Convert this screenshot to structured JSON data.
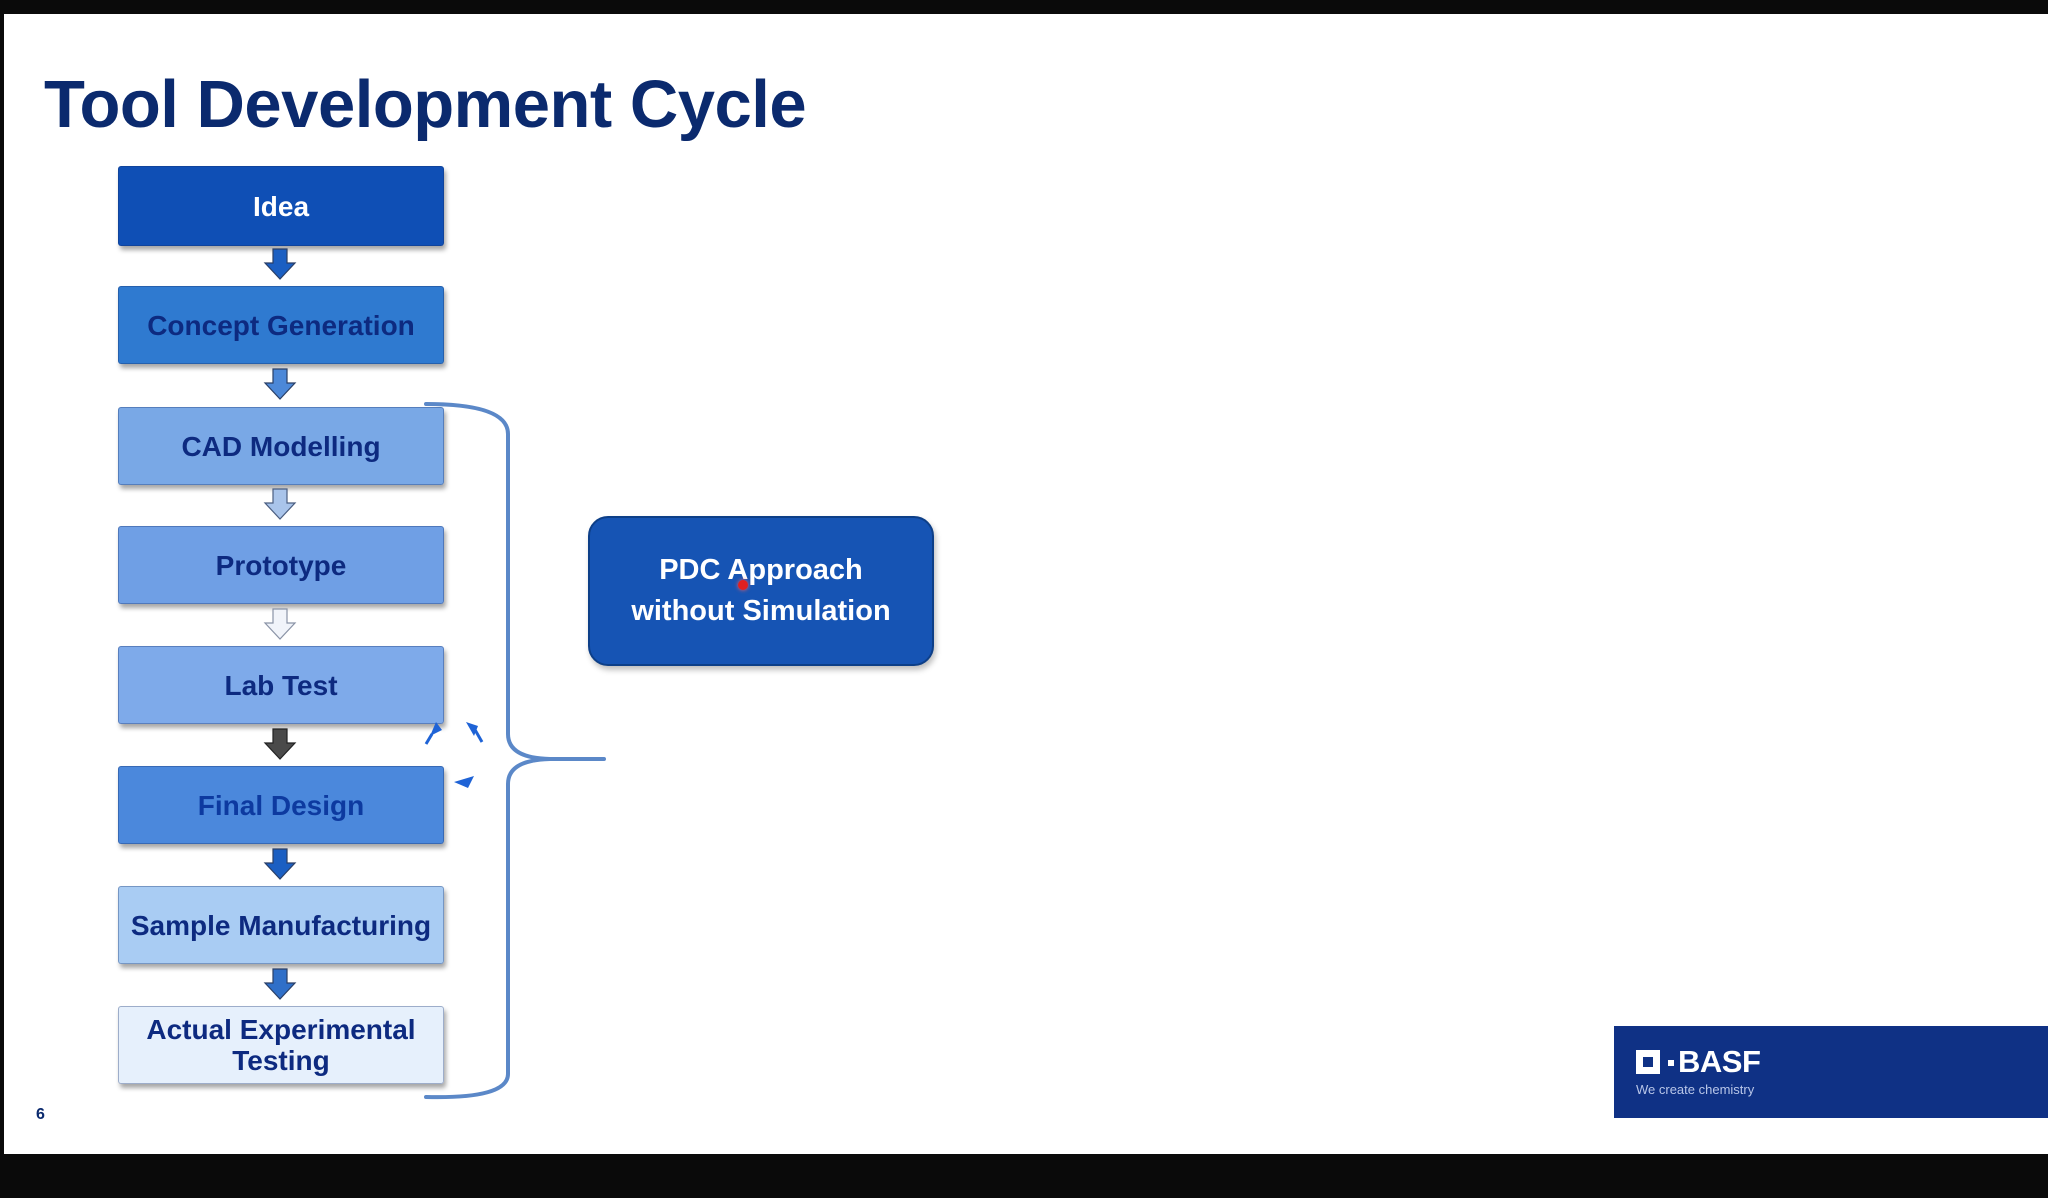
{
  "slide": {
    "title": "Tool Development Cycle",
    "page_number": "6"
  },
  "steps": [
    {
      "label": "Idea",
      "bg": "#0f4fb5",
      "text_color": "#ffffff"
    },
    {
      "label": "Concept Generation",
      "bg": "#2f7ad0",
      "text_color": "#0d2a80"
    },
    {
      "label": "CAD Modelling",
      "bg": "#79a8e6",
      "text_color": "#0d2a80"
    },
    {
      "label": "Prototype",
      "bg": "#6f9fe5",
      "text_color": "#0d2a80"
    },
    {
      "label": "Lab Test",
      "bg": "#7eaaea",
      "text_color": "#0d2a80"
    },
    {
      "label": "Final Design",
      "bg": "#4b88dc",
      "text_color": "#0d3aa0"
    },
    {
      "label": "Sample Manufacturing",
      "bg": "#a9ccf3",
      "text_color": "#0d2a80"
    },
    {
      "label": "Actual Experimental Testing",
      "bg": "#e6f0fc",
      "text_color": "#0d2a80"
    }
  ],
  "arrows": [
    {
      "color": "#1b5fc2"
    },
    {
      "color": "#4c88d8"
    },
    {
      "color": "#a9c4ea"
    },
    {
      "color": "#f1f4fa"
    },
    {
      "color": "#4a4a4a"
    },
    {
      "color": "#1b5fc2"
    },
    {
      "color": "#2f6fc8"
    }
  ],
  "callout": {
    "line1": "PDC Approach",
    "line2": "without Simulation",
    "bg": "#1654b4"
  },
  "logo": {
    "name": "BASF",
    "tagline": "We create chemistry",
    "bg": "#0f3185"
  }
}
